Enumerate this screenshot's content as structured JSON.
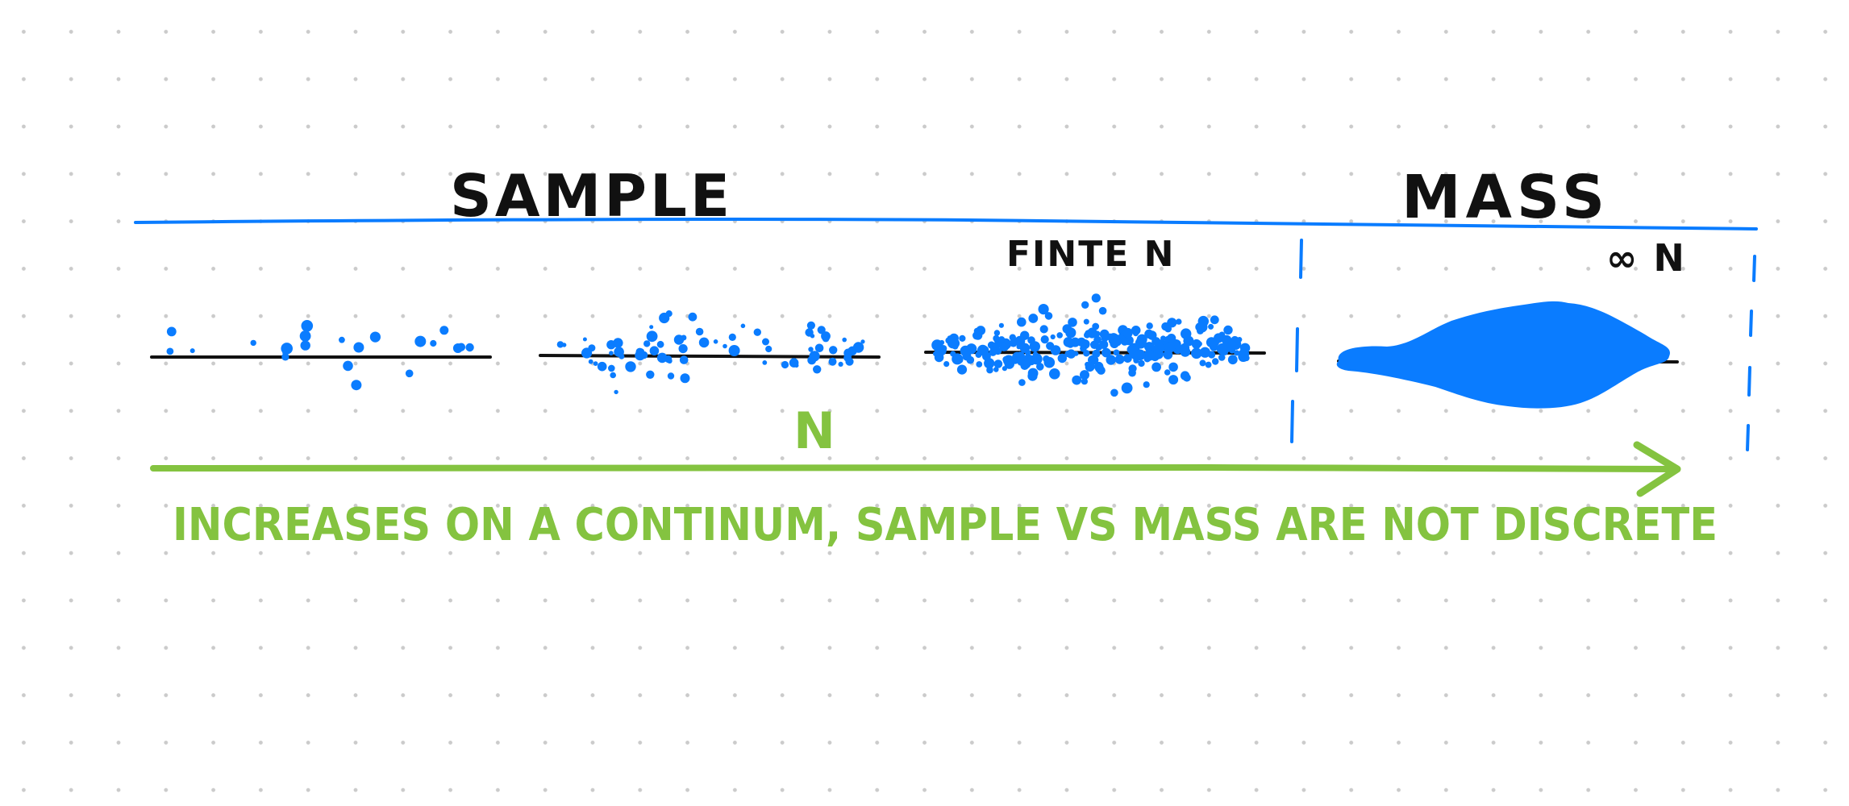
{
  "labels": {
    "sample": "SAMPLE",
    "mass": "MASS",
    "finite_n": "FINTE N",
    "infinite_n": "∞ N",
    "n": "N",
    "caption": "INCREASES ON A CONTINUM, SAMPLE VS MASS ARE NOT DISCRETE"
  },
  "colors": {
    "blue": "#0a7cff",
    "green": "#84c340",
    "black": "#111111",
    "grid_dot": "#cbcbcb"
  },
  "panels": [
    {
      "name": "sparse-sample",
      "dot_count": 22
    },
    {
      "name": "medium-sample",
      "dot_count": 75
    },
    {
      "name": "finite-n-sample",
      "dot_count": 260
    },
    {
      "name": "infinite-n-mass",
      "dot_count": null
    }
  ]
}
